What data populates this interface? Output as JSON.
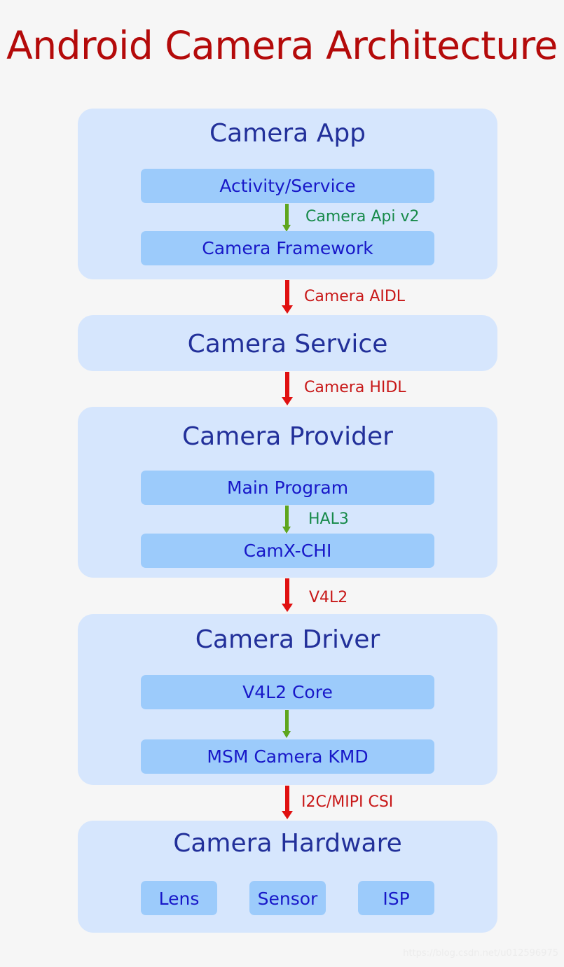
{
  "title": "Android Camera Architecture",
  "colors": {
    "title": "#b40a0a",
    "layer_bg": "#d6e6fd",
    "sub_bg": "#9ccbfb",
    "layer_title": "#22309a",
    "sub_text": "#1818c8",
    "red_arrow": "#e01010",
    "green_arrow": "#5ea61e",
    "green_label": "#178a4a"
  },
  "layers": [
    {
      "name": "Camera App",
      "components": [
        "Activity/Service",
        "Camera Framework"
      ],
      "internal_link": "Camera Api v2"
    },
    {
      "name": "Camera Service"
    },
    {
      "name": "Camera Provider",
      "components": [
        "Main Program",
        "CamX-CHI"
      ],
      "internal_link": "HAL3"
    },
    {
      "name": "Camera Driver",
      "components": [
        "V4L2 Core",
        "MSM Camera KMD"
      ],
      "internal_link": ""
    },
    {
      "name": "Camera Hardware",
      "components": [
        "Lens",
        "Sensor",
        "ISP"
      ]
    }
  ],
  "links": [
    {
      "from": "Camera App",
      "to": "Camera Service",
      "label": "Camera AIDL"
    },
    {
      "from": "Camera Service",
      "to": "Camera Provider",
      "label": "Camera HIDL"
    },
    {
      "from": "Camera Provider",
      "to": "Camera Driver",
      "label": "V4L2"
    },
    {
      "from": "Camera Driver",
      "to": "Camera Hardware",
      "label": "I2C/MIPI CSI"
    }
  ],
  "watermark": "https://blog.csdn.net/u012596975"
}
